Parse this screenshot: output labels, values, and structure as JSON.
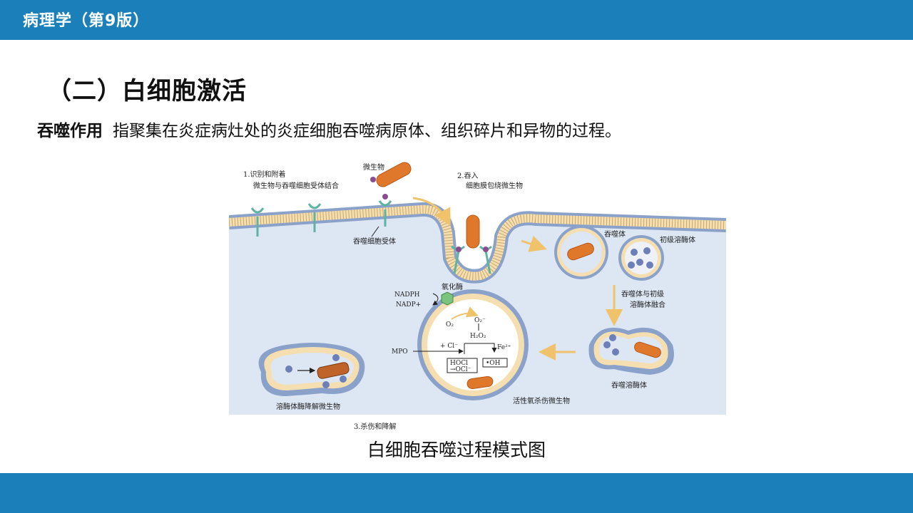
{
  "header": {
    "title": "病理学（第9版）"
  },
  "slide": {
    "heading": "（二）白细胞激活",
    "term": "吞噬作用",
    "definition": "指聚集在炎症病灶处的炎症细胞吞噬病原体、组织碎片和异物的过程。"
  },
  "figure": {
    "caption": "白细胞吞噬过程模式图",
    "labels": {
      "step1_title": "1.识别和附着",
      "step1_desc": "微生物与吞噬细胞受体结合",
      "microbe": "微生物",
      "step2_title": "2.吞入",
      "step2_desc": "细胞膜包绕微生物",
      "receptor": "吞噬细胞受体",
      "phagosome": "吞噬体",
      "primary_lysosome": "初级溶酶体",
      "fusion_line1": "吞噬体与初级",
      "fusion_line2": "溶酶体融合",
      "phagolysosome": "吞噬溶酶体",
      "oxidase": "氧化酶",
      "nadph": "NADPH",
      "nadp": "NADP+",
      "o2": "O₂",
      "superoxide": "O₂⁻",
      "h2o2": "H₂O₂",
      "mpo": "MPO",
      "cl": "+ Cl⁻",
      "fe": "Fe²⁺",
      "hocl": "HOCl",
      "ocl": "→OCl⁻",
      "oh": "•OH",
      "killing": "活性氧杀伤微生物",
      "degradation": "溶酶体酶降解微生物",
      "step3": "3.杀伤和降解"
    },
    "colors": {
      "cytoplasm": "#dde6f3",
      "membrane_outer": "#8aa2c9",
      "membrane_inner": "#f3d9a6",
      "microbe": "#e0782b",
      "receptor": "#5fb3a3",
      "granule": "#6c7fb8",
      "arrow": "#f0c26a"
    }
  }
}
